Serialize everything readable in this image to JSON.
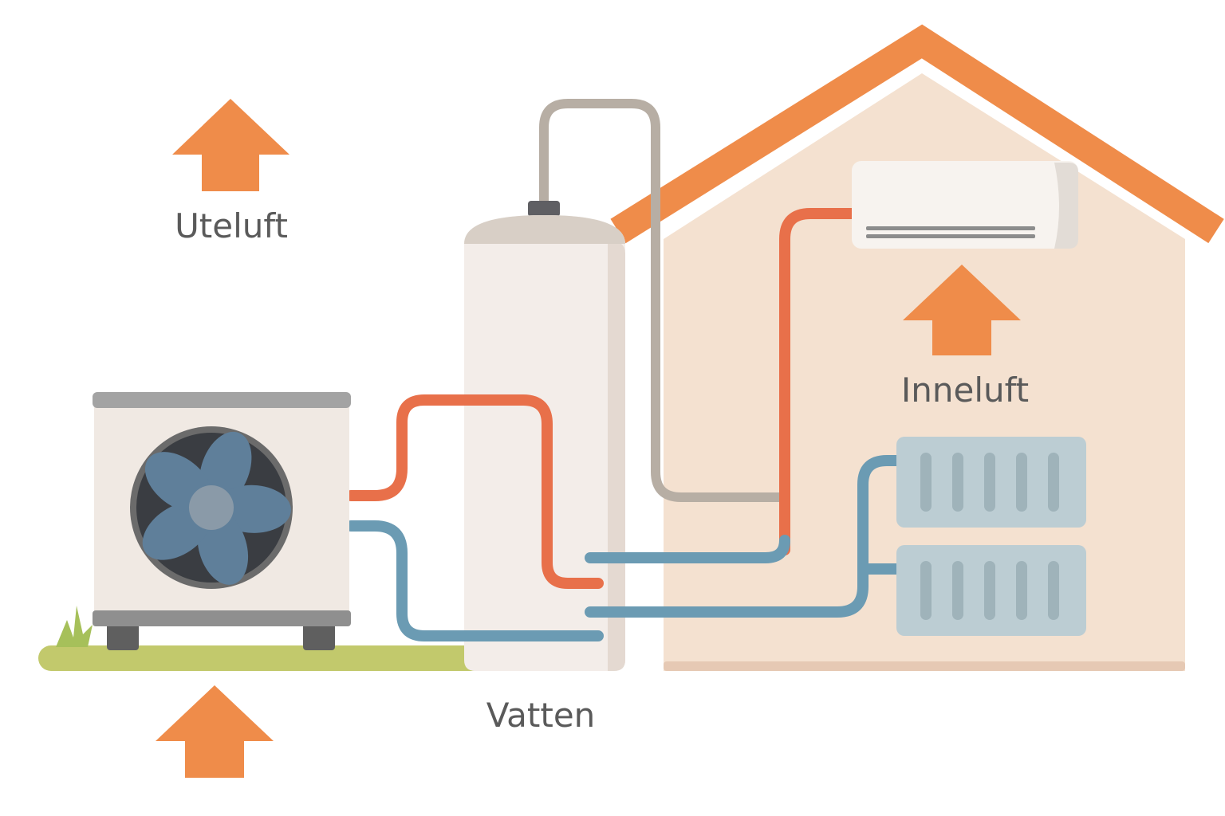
{
  "labels": {
    "outdoor_air": "Uteluft",
    "indoor_air": "Inneluft",
    "water": "Vatten"
  },
  "colors": {
    "arrow": "#ef8c4a",
    "roof": "#ef8c4a",
    "house_wall": "#f4e1d0",
    "hot_pipe": "#e8704a",
    "cold_pipe": "#6b9bb3",
    "return_pipe": "#b7aea4",
    "tank": "#f3ede9",
    "grass": "#c2c96c",
    "fan_blade": "#5f7f9a",
    "radiator": "#bccdd3",
    "text": "#5a5a5a"
  },
  "icons": {
    "outdoor_unit": "heat-pump-outdoor-unit",
    "indoor_unit": "wall-mounted-air-unit",
    "tank": "water-tank",
    "radiators": "radiator",
    "arrows": "heat-flow-arrow"
  }
}
